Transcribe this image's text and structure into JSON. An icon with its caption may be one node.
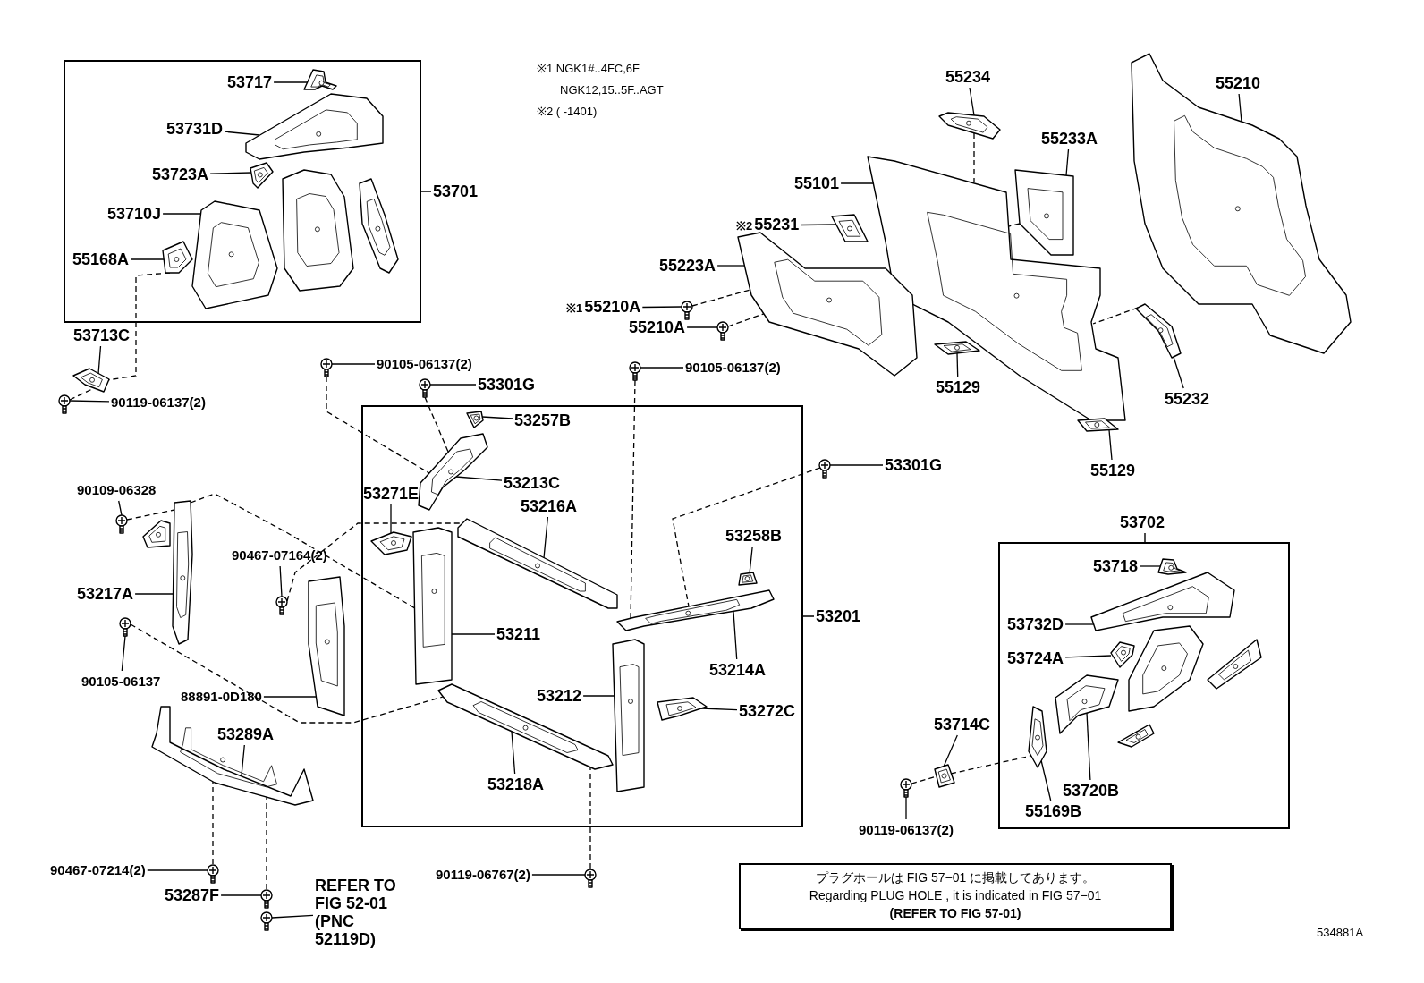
{
  "diagram": {
    "nodes": [
      {
        "text": [
          "53701"
        ]
      },
      {
        "text": [
          "53717"
        ],
        "in": 0
      },
      {
        "text": [
          "53731D"
        ],
        "in": 0
      },
      {
        "text": [
          "53723A"
        ],
        "in": 0
      },
      {
        "text": [
          "53710J"
        ],
        "in": 0
      },
      {
        "text": [
          "55168A"
        ],
        "in": 0
      },
      {
        "text": [
          "53713C"
        ]
      },
      {
        "text": [
          "90119-06137(2)"
        ]
      },
      {
        "text": [
          "90105-06137(2)"
        ]
      },
      {
        "text": [
          "53301G"
        ]
      },
      {
        "text": [
          "53201"
        ]
      },
      {
        "text": [
          "53257B"
        ],
        "in": 10
      },
      {
        "text": [
          "53213C"
        ],
        "in": 10
      },
      {
        "text": [
          "53271E"
        ],
        "in": 10
      },
      {
        "text": [
          "53216A"
        ],
        "in": 10
      },
      {
        "text": [
          "53211"
        ],
        "in": 10
      },
      {
        "text": [
          "53258B"
        ],
        "in": 10
      },
      {
        "text": [
          "53214A"
        ],
        "in": 10
      },
      {
        "text": [
          "53212"
        ],
        "in": 10
      },
      {
        "text": [
          "53272C"
        ],
        "in": 10
      },
      {
        "text": [
          "53218A"
        ],
        "in": 10
      },
      {
        "text": [
          "90105-06137(2)"
        ]
      },
      {
        "text": [
          "53301G"
        ]
      },
      {
        "text": [
          "90109-06328"
        ]
      },
      {
        "text": [
          "53217A"
        ]
      },
      {
        "text": [
          "90105-06137"
        ]
      },
      {
        "text": [
          "90467-07164(2)"
        ]
      },
      {
        "text": [
          "88891-0D180"
        ]
      },
      {
        "text": [
          "53289A"
        ]
      },
      {
        "text": [
          "90467-07214(2)"
        ]
      },
      {
        "text": [
          "53287F"
        ]
      },
      {
        "text": [
          "REFER TO FIG 52-01",
          "(PNC 52119D)"
        ]
      },
      {
        "text": [
          "90119-06767(2)"
        ]
      },
      {
        "text": [
          "55234"
        ]
      },
      {
        "text": [
          "55210"
        ]
      },
      {
        "text": [
          "55233A"
        ]
      },
      {
        "text": [
          "55101"
        ]
      },
      {
        "text": [
          "※2",
          "55231"
        ]
      },
      {
        "text": [
          "55223A"
        ]
      },
      {
        "text": [
          "※1",
          "55210A"
        ]
      },
      {
        "text": [
          "55210A"
        ]
      },
      {
        "text": [
          "55129"
        ]
      },
      {
        "text": [
          "55232"
        ]
      },
      {
        "text": [
          "55129"
        ]
      },
      {
        "text": [
          "53702"
        ]
      },
      {
        "text": [
          "53718"
        ],
        "in": 44
      },
      {
        "text": [
          "53732D"
        ],
        "in": 44
      },
      {
        "text": [
          "53724A"
        ],
        "in": 44
      },
      {
        "text": [
          "53720B"
        ],
        "in": 44
      },
      {
        "text": [
          "55169B"
        ],
        "in": 44
      },
      {
        "text": [
          "53714C"
        ]
      },
      {
        "text": [
          "90119-06137(2)"
        ]
      },
      {
        "text": [
          "プラグホールは FIG 57−01 に掲載してあります。",
          "Regarding PLUG HOLE , it is indicated in FIG 57−01",
          "(REFER TO FIG 57-01)"
        ]
      },
      {
        "text": [],
        "shape": "picture",
        "in": 0
      },
      {
        "text": [],
        "shape": "picture",
        "in": 0
      },
      {
        "text": [],
        "shape": "picture",
        "in": 0
      },
      {
        "text": [],
        "shape": "picture",
        "in": 0
      },
      {
        "text": [],
        "shape": "picture",
        "in": 0
      },
      {
        "text": [],
        "shape": "picture",
        "in": 0
      },
      {
        "text": [],
        "shape": "picture",
        "in": 0
      },
      {
        "text": [],
        "shape": "picture"
      },
      {
        "text": [],
        "shape": "picture"
      },
      {
        "text": [],
        "shape": "picture"
      },
      {
        "text": [],
        "shape": "picture"
      },
      {
        "text": [],
        "shape": "picture",
        "in": 10
      },
      {
        "text": [],
        "shape": "picture",
        "in": 10
      },
      {
        "text": [],
        "shape": "picture",
        "in": 10
      },
      {
        "text": [],
        "shape": "picture",
        "in": 10
      },
      {
        "text": [],
        "shape": "picture",
        "in": 10
      },
      {
        "text": [],
        "shape": "picture",
        "in": 10
      },
      {
        "text": [],
        "shape": "picture",
        "in": 10
      },
      {
        "text": [],
        "shape": "picture",
        "in": 10
      },
      {
        "text": [],
        "shape": "picture",
        "in": 10
      },
      {
        "text": [],
        "shape": "picture",
        "in": 10
      },
      {
        "text": [],
        "shape": "picture"
      },
      {
        "text": [],
        "shape": "picture"
      },
      {
        "text": [],
        "shape": "picture"
      },
      {
        "text": [],
        "shape": "picture"
      },
      {
        "text": [],
        "shape": "picture"
      },
      {
        "text": [],
        "shape": "picture"
      },
      {
        "text": [],
        "shape": "picture"
      },
      {
        "text": [],
        "shape": "picture"
      },
      {
        "text": [],
        "shape": "picture"
      },
      {
        "text": [],
        "shape": "picture"
      },
      {
        "text": [],
        "shape": "picture"
      },
      {
        "text": [],
        "shape": "picture"
      },
      {
        "text": [],
        "shape": "picture"
      },
      {
        "text": [],
        "shape": "picture"
      },
      {
        "text": [],
        "shape": "picture"
      },
      {
        "text": [],
        "shape": "picture"
      },
      {
        "text": [],
        "shape": "picture"
      },
      {
        "text": [],
        "shape": "picture"
      },
      {
        "text": [],
        "shape": "picture"
      },
      {
        "text": [],
        "shape": "picture"
      },
      {
        "text": [],
        "shape": "picture"
      },
      {
        "text": [],
        "shape": "picture"
      },
      {
        "text": [],
        "shape": "picture"
      },
      {
        "text": [],
        "shape": "picture"
      },
      {
        "text": [],
        "shape": "picture",
        "in": 44
      },
      {
        "text": [],
        "shape": "picture",
        "in": 44
      },
      {
        "text": [],
        "shape": "picture",
        "in": 44
      },
      {
        "text": [],
        "shape": "picture",
        "in": 44
      },
      {
        "text": [],
        "shape": "picture",
        "in": 44
      },
      {
        "text": [],
        "shape": "picture",
        "in": 44
      },
      {
        "text": [],
        "shape": "picture",
        "in": 44
      },
      {
        "text": [],
        "shape": "picture",
        "in": 44
      },
      {
        "text": [],
        "shape": "picture"
      },
      {
        "text": [],
        "shape": "picture"
      }
    ],
    "edges": [
      {
        "from": 1,
        "to": 53,
        "arrow": "none"
      },
      {
        "from": 2,
        "to": 54,
        "arrow": "none"
      },
      {
        "from": 3,
        "to": 55,
        "arrow": "none"
      },
      {
        "from": 4,
        "to": 56,
        "arrow": "none"
      },
      {
        "from": 5,
        "to": 59,
        "arrow": "none"
      },
      {
        "from": 6,
        "to": 60,
        "arrow": "none"
      },
      {
        "from": 7,
        "to": 61,
        "arrow": "none"
      },
      {
        "from": 8,
        "to": 62,
        "arrow": "none"
      },
      {
        "from": 9,
        "to": 63,
        "arrow": "none"
      },
      {
        "from": 11,
        "to": 64,
        "arrow": "none"
      },
      {
        "from": 12,
        "to": 65,
        "arrow": "none"
      },
      {
        "from": 13,
        "to": 66,
        "arrow": "none"
      },
      {
        "from": 14,
        "to": 68,
        "arrow": "none"
      },
      {
        "from": 15,
        "to": 67,
        "arrow": "none"
      },
      {
        "from": 16,
        "to": 70,
        "arrow": "none"
      },
      {
        "from": 17,
        "to": 69,
        "arrow": "none"
      },
      {
        "from": 18,
        "to": 71,
        "arrow": "none"
      },
      {
        "from": 19,
        "to": 72,
        "arrow": "none"
      },
      {
        "from": 20,
        "to": 73,
        "arrow": "none"
      },
      {
        "from": 21,
        "to": 74,
        "arrow": "none"
      },
      {
        "from": 22,
        "to": 75,
        "arrow": "none"
      },
      {
        "from": 23,
        "to": 77,
        "arrow": "none"
      },
      {
        "from": 24,
        "to": 78,
        "arrow": "none"
      },
      {
        "from": 25,
        "to": 80,
        "arrow": "none"
      },
      {
        "from": 26,
        "to": 81,
        "arrow": "none"
      },
      {
        "from": 27,
        "to": 82,
        "arrow": "none"
      },
      {
        "from": 28,
        "to": 83,
        "arrow": "none"
      },
      {
        "from": 29,
        "to": 84,
        "arrow": "none"
      },
      {
        "from": 30,
        "to": 85,
        "arrow": "none"
      },
      {
        "from": 31,
        "to": 86,
        "arrow": "none"
      },
      {
        "from": 32,
        "to": 76,
        "arrow": "none"
      },
      {
        "from": 33,
        "to": 87,
        "arrow": "none"
      },
      {
        "from": 34,
        "to": 92,
        "arrow": "none"
      },
      {
        "from": 35,
        "to": 88,
        "arrow": "none"
      },
      {
        "from": 36,
        "to": 89,
        "arrow": "none"
      },
      {
        "from": 37,
        "to": 90,
        "arrow": "none"
      },
      {
        "from": 38,
        "to": 91,
        "arrow": "none"
      },
      {
        "from": 39,
        "to": 93,
        "arrow": "none"
      },
      {
        "from": 40,
        "to": 94,
        "arrow": "none"
      },
      {
        "from": 41,
        "to": 95,
        "arrow": "none"
      },
      {
        "from": 42,
        "to": 97,
        "arrow": "none"
      },
      {
        "from": 43,
        "to": 96,
        "arrow": "none"
      },
      {
        "from": 45,
        "to": 98,
        "arrow": "none"
      },
      {
        "from": 46,
        "to": 99,
        "arrow": "none"
      },
      {
        "from": 47,
        "to": 100,
        "arrow": "none"
      },
      {
        "from": 48,
        "to": 102,
        "arrow": "none"
      },
      {
        "from": 49,
        "to": 103,
        "arrow": "none"
      },
      {
        "from": 50,
        "to": 106,
        "arrow": "none"
      },
      {
        "from": 51,
        "to": 107,
        "arrow": "none"
      },
      {
        "from": 59,
        "to": 60,
        "arrow": "none",
        "style": "dashed"
      },
      {
        "from": 61,
        "to": 60,
        "arrow": "none",
        "style": "dashed"
      },
      {
        "from": 62,
        "to": 65,
        "arrow": "none",
        "style": "dashed"
      },
      {
        "from": 63,
        "to": 65,
        "arrow": "none",
        "style": "dashed"
      },
      {
        "from": 74,
        "to": 69,
        "arrow": "none",
        "style": "dashed"
      },
      {
        "from": 75,
        "to": 69,
        "arrow": "none",
        "style": "dashed"
      },
      {
        "from": 76,
        "to": 73,
        "arrow": "none",
        "style": "dashed"
      },
      {
        "from": 77,
        "to": 78,
        "arrow": "none",
        "style": "dashed"
      },
      {
        "from": 78,
        "to": 67,
        "arrow": "none",
        "style": "dashed"
      },
      {
        "from": 80,
        "to": 73,
        "arrow": "none",
        "style": "dashed"
      },
      {
        "from": 81,
        "to": 68,
        "arrow": "none",
        "style": "dashed"
      },
      {
        "from": 84,
        "to": 83,
        "arrow": "none",
        "style": "dashed"
      },
      {
        "from": 85,
        "to": 83,
        "arrow": "none",
        "style": "dashed"
      },
      {
        "from": 87,
        "to": 89,
        "arrow": "none",
        "style": "dashed"
      },
      {
        "from": 88,
        "to": 89,
        "arrow": "none",
        "style": "dashed"
      },
      {
        "from": 97,
        "to": 89,
        "arrow": "none",
        "style": "dashed"
      },
      {
        "from": 93,
        "to": 91,
        "arrow": "none",
        "style": "dashed"
      },
      {
        "from": 94,
        "to": 91,
        "arrow": "none",
        "style": "dashed"
      },
      {
        "from": 107,
        "to": 106,
        "arrow": "none",
        "style": "dashed"
      },
      {
        "from": 106,
        "to": 103,
        "arrow": "none",
        "style": "dashed"
      }
    ],
    "labels": [
      "※1 NGK1#..4FC,6F",
      "NGK12,15..5F..AGT",
      "※2 ( -1401)",
      "534881A"
    ]
  }
}
